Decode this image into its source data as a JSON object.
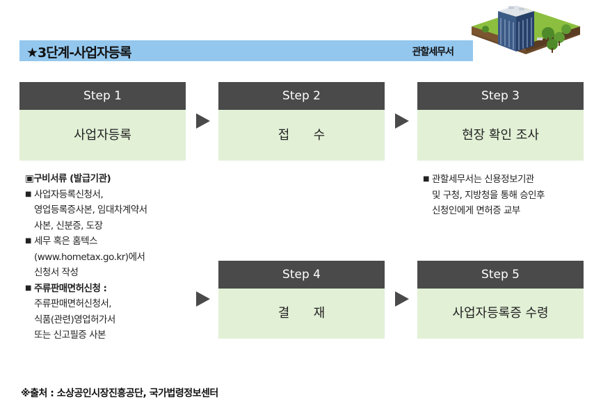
{
  "banner": {
    "title": "★3단계-사업자등록",
    "right_label": "관할세무서",
    "color": "#93c7ee"
  },
  "steps": [
    {
      "label": "Step 1",
      "desc": "사업자등록"
    },
    {
      "label": "Step 2",
      "desc": "접      수"
    },
    {
      "label": "Step 3",
      "desc": "현장 확인 조사"
    },
    {
      "label": "Step 4",
      "desc": "결      재"
    },
    {
      "label": "Step 5",
      "desc": "사업자등록증 수령"
    }
  ],
  "documents": {
    "heading": "▣구비서류 (발급기관)",
    "items": [
      {
        "first": "사업자등록신청서,",
        "rest": [
          "영업등록증사본, 임대차계약서",
          "사본, 신분증, 도장"
        ]
      },
      {
        "first": "세무 혹은 홈텍스",
        "rest": [
          "(www.hometax.go.kr)에서",
          "신청서 작성"
        ]
      },
      {
        "first": "주류판매면허신청 :",
        "rest": [
          "주류판매면허신청서,",
          "식품(관련)영업허가서",
          "또는 신고필증 사본"
        ]
      }
    ]
  },
  "note": {
    "first": "관할세무서는 신용정보기관",
    "rest": [
      "및 구청, 지방청을 통해 승인후",
      "신청인에게 면허증 교부"
    ]
  },
  "source": "※출처 : 소상공인시장진흥공단, 국가법령정보센터",
  "colors": {
    "step_header": "#4a4a4a",
    "step_body": "#e2f0d6",
    "arrow": "#4a4a4a"
  },
  "icons": {
    "bullet": "■",
    "building": "office-building-icon"
  }
}
